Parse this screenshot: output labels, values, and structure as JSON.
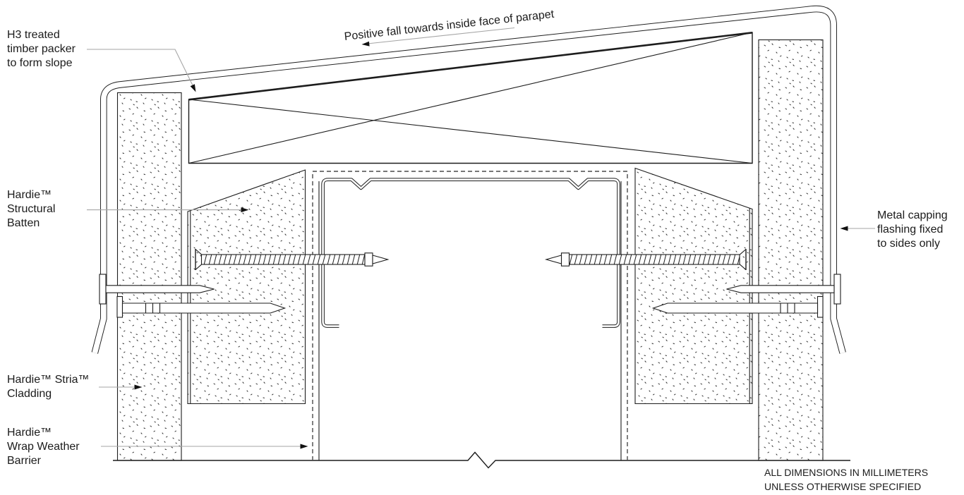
{
  "drawing": {
    "annotations": {
      "h3_packer": {
        "lines": [
          "H3 treated",
          "timber packer",
          "to form slope"
        ]
      },
      "structural_batten": {
        "lines": [
          "Hardie™",
          "Structural",
          "Batten"
        ]
      },
      "stria_cladding": {
        "lines": [
          "Hardie™ Stria™",
          "Cladding"
        ]
      },
      "wrap_barrier": {
        "lines": [
          "Hardie™",
          "Wrap Weather",
          "Barrier"
        ]
      },
      "metal_capping": {
        "lines": [
          "Metal capping",
          "flashing fixed",
          "to sides only"
        ]
      },
      "positive_fall": {
        "text": "Positive fall towards inside face of parapet"
      }
    },
    "note": {
      "lines": [
        "ALL DIMENSIONS IN MILLIMETERS",
        "UNLESS OTHERWISE SPECIFIED"
      ]
    },
    "colors": {
      "line": "#1d1d1d",
      "leader": "#a6a6a6",
      "dashed_barrier": "#4a4a4a",
      "stipple": "#2b2b2b",
      "background": "#ffffff"
    }
  }
}
